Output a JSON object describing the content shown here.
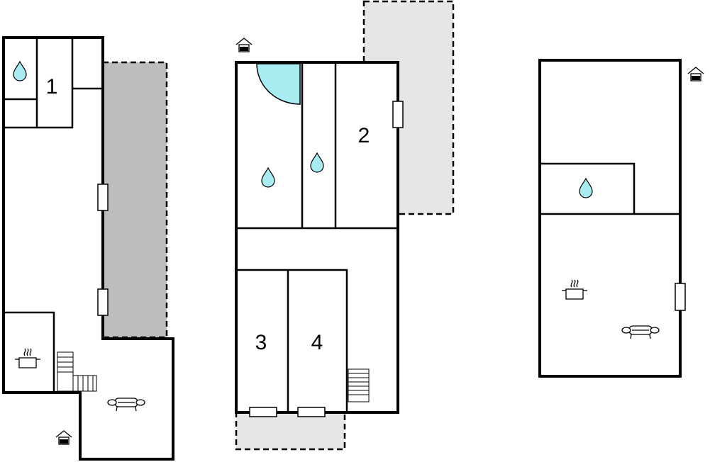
{
  "plans": [
    {
      "name": "plan-left",
      "rooms": [
        {
          "name": "room-number-1",
          "label": "1"
        }
      ]
    },
    {
      "name": "plan-middle",
      "rooms": [
        {
          "name": "room-number-2",
          "label": "2"
        },
        {
          "name": "room-number-3",
          "label": "3"
        },
        {
          "name": "room-number-4",
          "label": "4"
        }
      ]
    },
    {
      "name": "plan-right",
      "rooms": []
    }
  ],
  "icons": {
    "entrance": "house-entrance-icon",
    "bathroom": "water-drop-icon",
    "kitchen": "cooking-pot-icon",
    "living": "sofa-icon",
    "stairs": "stairs-icon",
    "window": "window-icon",
    "door": "door-swing-icon"
  },
  "colors": {
    "wall": "#000000",
    "terrace_covered": "#bdbdbd",
    "terrace_open": "#e6e6e6",
    "water": "#a8ecf2",
    "background": "#ffffff"
  }
}
